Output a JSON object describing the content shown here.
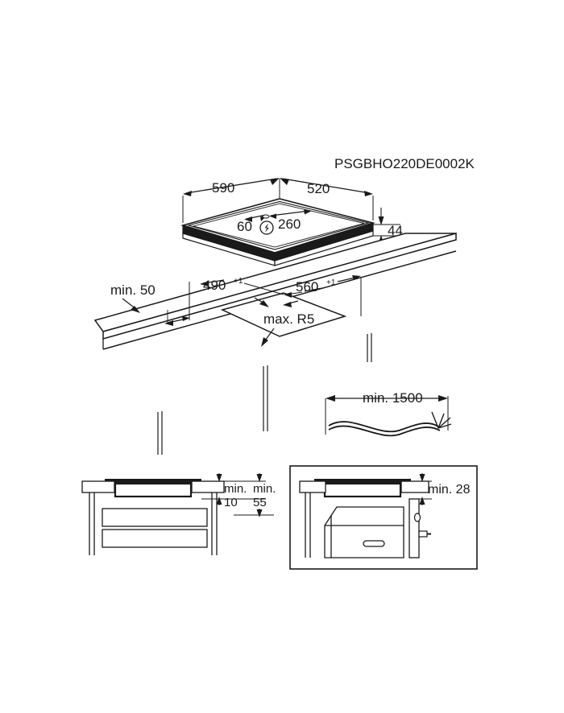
{
  "document": {
    "type": "installation-drawing",
    "title": "PSGBHO220DE0002K",
    "units": "mm",
    "line_color": "#1a1a1a",
    "background_color": "#ffffff"
  },
  "views": {
    "appliance_top": {
      "name": "Hob appliance perspective view",
      "dimensions": {
        "width": "590",
        "depth": "520",
        "height": "44",
        "connection_offset_left": "60",
        "connection_offset_right": "260"
      },
      "symbols": {
        "electrical": "lightning-bolt-icon"
      }
    },
    "worktop_cutout": {
      "name": "Worktop cut-out perspective view",
      "dimensions": {
        "edge_distance": "min. 50",
        "cutout_depth": "490",
        "cutout_depth_tolerance": "+1",
        "cutout_width": "560",
        "cutout_width_tolerance": "+1",
        "corner_radius": "max. R5"
      }
    },
    "cable": {
      "name": "Mains connection cable",
      "dimensions": {
        "length": "min. 1500"
      }
    },
    "section_left": {
      "name": "Installation section over drawer cabinet",
      "dimensions": {
        "clearance_label": "min.",
        "clearance_value": "10",
        "cabinet_label": "min.",
        "cabinet_value": "55"
      }
    },
    "section_right": {
      "name": "Installation section over oven",
      "dimensions": {
        "clearance": "min. 28"
      }
    }
  }
}
